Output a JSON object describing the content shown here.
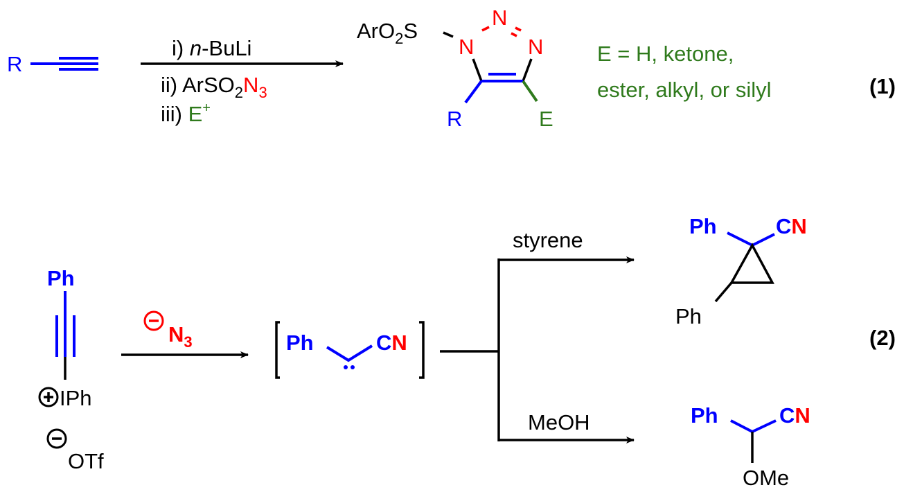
{
  "colors": {
    "substituent": "#0000ff",
    "azide": "#ff0000",
    "electrophile": "#2f7a1c"
  },
  "reaction1": {
    "label": "(1)",
    "reactant_R": "R",
    "conditions": {
      "step1_prefix": "i) ",
      "step1_italic": "n",
      "step1_rest": "-BuLi",
      "step2_prefix": "ii) ArSO",
      "step2_sub": "2",
      "step2_N": "N",
      "step2_sub3": "3",
      "step3_prefix": "iii) ",
      "step3_E": "E",
      "step3_sup": "+"
    },
    "product": {
      "sulfonyl": "ArO",
      "sulfonyl_sub": "2",
      "sulfonyl_S": "S",
      "N1": "N",
      "N2": "N",
      "N3": "N",
      "R": "R",
      "E": "E"
    },
    "note_line1": "E = H, ketone,",
    "note_line2": "ester, alkyl, or silyl"
  },
  "reaction2": {
    "label": "(2)",
    "reactant": {
      "Ph": "Ph",
      "IPh": "IPh",
      "OTf": "OTf"
    },
    "reagent": {
      "N": "N",
      "sub": "3"
    },
    "intermediate": {
      "Ph": "Ph",
      "C": "C",
      "N": "N"
    },
    "branch_top": {
      "reagent": "styrene",
      "Ph1": "Ph",
      "C": "C",
      "N": "N",
      "Ph2": "Ph"
    },
    "branch_bottom": {
      "reagent": "MeOH",
      "Ph": "Ph",
      "C": "C",
      "N": "N",
      "OMe": "OMe"
    }
  }
}
